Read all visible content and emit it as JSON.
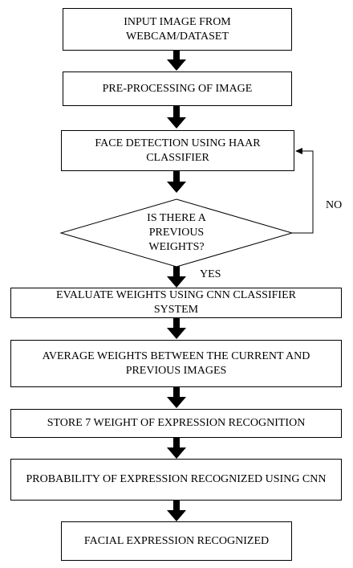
{
  "flowchart": {
    "steps": {
      "input": "INPUT IMAGE FROM WEBCAM/DATASET",
      "preprocess": "PRE-PROCESSING OF IMAGE",
      "face_detection": "FACE DETECTION USING HAAR CLASSIFIER",
      "decision": "IS THERE A PREVIOUS WEIGHTS?",
      "evaluate": "EVALUATE WEIGHTS USING CNN CLASSIFIER SYSTEM",
      "average": "AVERAGE WEIGHTS BETWEEN THE CURRENT AND PREVIOUS IMAGES",
      "store": "STORE 7 WEIGHT OF EXPRESSION RECOGNITION",
      "probability": "PROBABILITY OF EXPRESSION RECOGNIZED USING CNN",
      "result": "FACIAL EXPRESSION RECOGNIZED"
    },
    "branch_labels": {
      "no": "NO",
      "yes": "YES"
    },
    "colors": {
      "stroke": "#000000",
      "fill": "#ffffff"
    }
  }
}
